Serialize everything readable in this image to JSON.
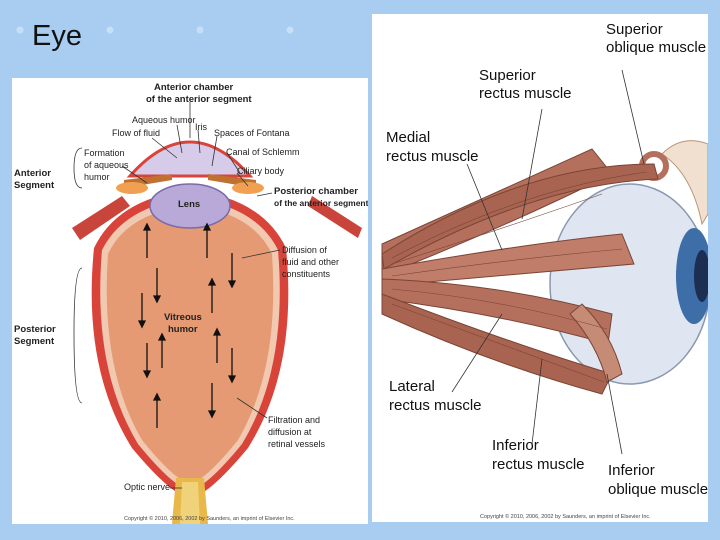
{
  "slide": {
    "title": "Eye"
  },
  "eye_diagram": {
    "labels": {
      "anterior_chamber_1": "Anterior chamber",
      "anterior_chamber_2": "of the anterior segment",
      "aqueous_humor": "Aqueous humor",
      "iris": "Iris",
      "flow_of_fluid": "Flow of fluid",
      "spaces_of_fontana": "Spaces of Fontana",
      "formation_1": "Formation",
      "formation_2": "of aqueous",
      "formation_3": "humor",
      "canal_of_schlemm": "Canal of Schlemm",
      "ciliary_body": "Ciliary body",
      "anterior_segment_1": "Anterior",
      "anterior_segment_2": "Segment",
      "posterior_chamber_1": "Posterior chamber",
      "posterior_chamber_2": "of the anterior segment",
      "lens": "Lens",
      "diffusion_1": "Diffusion of",
      "diffusion_2": "fluid and other",
      "diffusion_3": "constituents",
      "vitreous_1": "Vitreous",
      "vitreous_2": "humor",
      "posterior_segment_1": "Posterior",
      "posterior_segment_2": "Segment",
      "filtration_1": "Filtration and",
      "filtration_2": "diffusion at",
      "filtration_3": "retinal vessels",
      "optic_nerve": "Optic nerve",
      "copyright": "Copyright © 2010, 2006, 2002 by Saunders, an imprint of Elsevier Inc."
    },
    "colors": {
      "vitreous": "#e59a73",
      "sclera": "#d9443a",
      "lens": "#b8a9d9"
    }
  },
  "muscle_diagram": {
    "labels": {
      "superior_oblique_1": "Superior",
      "superior_oblique_2": "oblique muscle",
      "superior_rectus_1": "Superior",
      "superior_rectus_2": "rectus muscle",
      "medial_rectus_1": "Medial",
      "medial_rectus_2": "rectus muscle",
      "lateral_rectus_1": "Lateral",
      "lateral_rectus_2": "rectus muscle",
      "inferior_rectus_1": "Inferior",
      "inferior_rectus_2": "rectus muscle",
      "inferior_oblique_1": "Inferior",
      "inferior_oblique_2": "oblique muscle",
      "copyright": "Copyright © 2010, 2006, 2002 by Saunders, an imprint of Elsevier Inc."
    },
    "colors": {
      "muscle": "#b5705d",
      "eyeball": "#dfe6f2",
      "iris": "#3d6ea8"
    }
  }
}
